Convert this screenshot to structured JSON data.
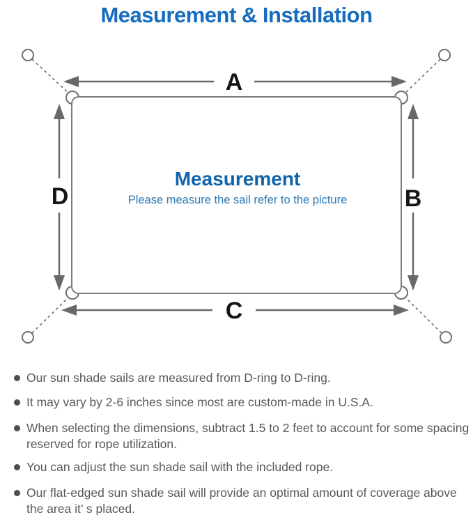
{
  "title": "Measurement & Installation",
  "diagram": {
    "edge_labels": {
      "top": "A",
      "right": "B",
      "bottom": "C",
      "left": "D"
    },
    "center_heading": "Measurement",
    "center_caption": "Please measure the sail refer to the picture"
  },
  "notes": [
    "Our sun shade sails are measured from D-ring to D-ring.",
    "It may vary by 2-6 inches since most are custom-made in U.S.A.",
    "When selecting the dimensions, subtract 1.5 to 2 feet to account for some spacing\nreserved for rope utilization.",
    "You can adjust the sun shade sail with the included rope.",
    "Our flat-edged sun shade sail will provide an optimal amount of coverage above\nthe area it’ s placed."
  ],
  "colors": {
    "title_blue": "#156cc0",
    "center_heading_blue": "#0e63ab",
    "center_caption_blue": "#2d79b4",
    "line_gray": "#6f6f72",
    "arrow_gray": "#68686b",
    "edge_label_black": "#161616",
    "note_text_gray": "#58595b",
    "background": "#ffffff"
  }
}
